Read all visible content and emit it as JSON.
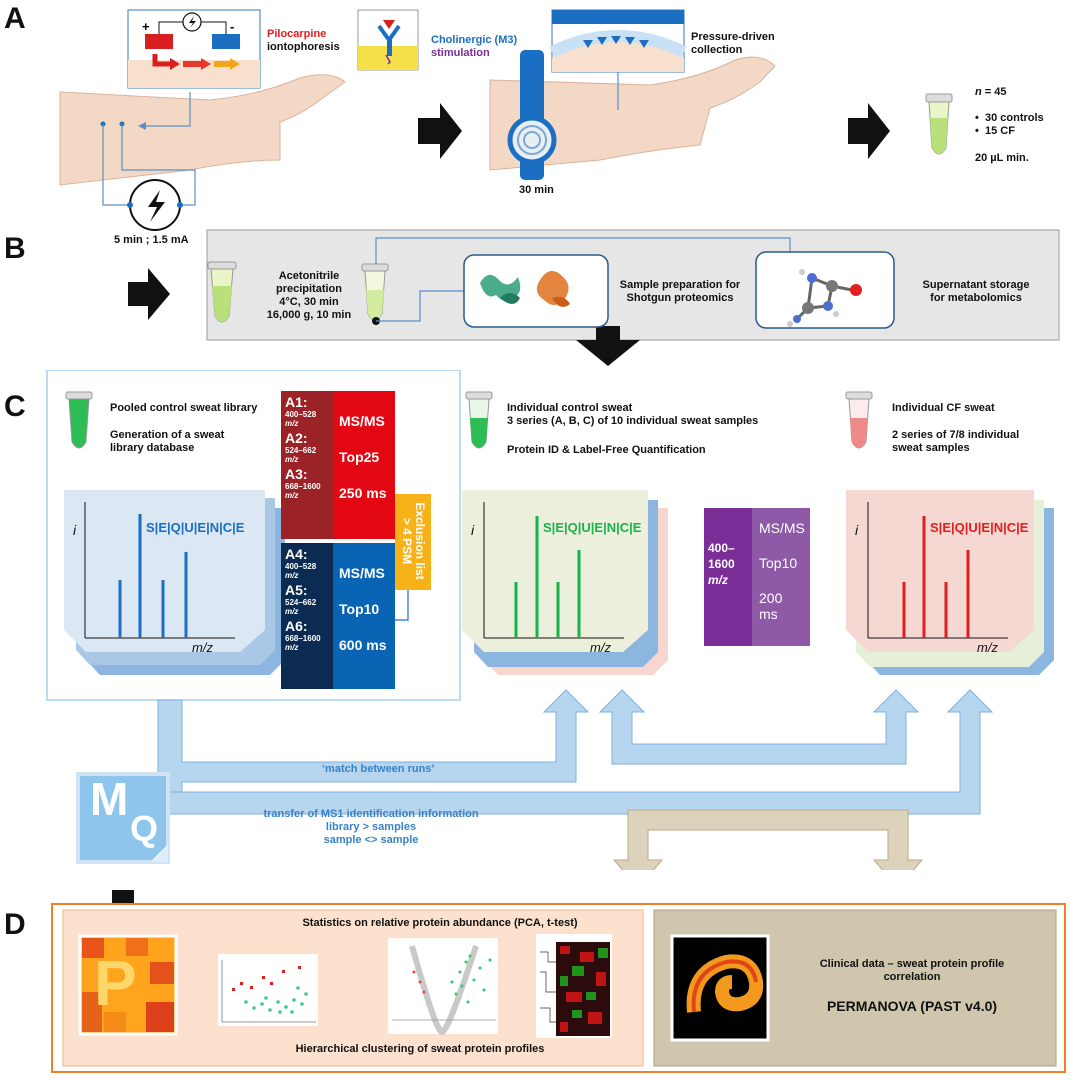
{
  "panels": {
    "a": "A",
    "b": "B",
    "c": "C",
    "d": "D"
  },
  "panel_a": {
    "pilocarpine": "Pilocarpine",
    "iontophoresis": "iontophoresis",
    "cholinergic": "Cholinergic (M3)",
    "stimulation": "stimulation",
    "pressure_driven": "Pressure-driven",
    "collection": "collection",
    "duration_current": "5 min ; 1.5 mA",
    "collection_time": "30 min",
    "n_label": "n",
    "n_value": " = 45",
    "controls": "30 controls",
    "cf": "15 CF",
    "min_volume": "20 µL min.",
    "plus": "+",
    "minus": "-"
  },
  "panel_b": {
    "precip_1": "Acetonitrile",
    "precip_2": "precipitation",
    "precip_3": "4°C, 30 min",
    "precip_4": "16,000 g, 10 min",
    "shotgun_1": "Sample preparation for",
    "shotgun_2": "Shotgun proteomics",
    "supernatant_1": "Supernatant storage",
    "supernatant_2": "for metabolomics"
  },
  "panel_c": {
    "library_title": "Pooled control sweat library",
    "library_sub_1": "Generation of a sweat",
    "library_sub_2": "library database",
    "control_title": "Individual control sweat",
    "control_sub": "3 series (A, B, C) of 10 individual sweat samples",
    "protein_id": "Protein ID & Label-Free Quantification",
    "cf_title": "Individual CF sweat",
    "cf_sub_1": "2 series of 7/8 individual",
    "cf_sub_2": "sweat samples",
    "sequence_letters": [
      "S",
      "E",
      "Q",
      "U",
      "E",
      "N",
      "C",
      "E"
    ],
    "axis_y": "i",
    "axis_x": "m/z",
    "a_windows": [
      {
        "id": "A1:",
        "range": "400–528",
        "unit": "m/z"
      },
      {
        "id": "A2:",
        "range": "524–662",
        "unit": "m/z"
      },
      {
        "id": "A3:",
        "range": "668–1600",
        "unit": "m/z"
      }
    ],
    "a_method": {
      "msms": "MS/MS",
      "top": "Top25",
      "time": "250 ms"
    },
    "b_windows": [
      {
        "id": "A4:",
        "range": "400–528",
        "unit": "m/z"
      },
      {
        "id": "A5:",
        "range": "524–662",
        "unit": "m/z"
      },
      {
        "id": "A6:",
        "range": "668–1600",
        "unit": "m/z"
      }
    ],
    "b_method": {
      "msms": "MS/MS",
      "top": "Top10",
      "time": "600 ms"
    },
    "exclusion": "Exclusion list",
    "exclusion_psm": "> 4 PSM",
    "ind_range": "400–1600",
    "ind_unit": "m/z",
    "ind_method": {
      "msms": "MS/MS",
      "top": "Top10",
      "time": "200 ms"
    },
    "mbr": "‘match between runs’",
    "transfer_1": "transfer of  MS1 identification information",
    "transfer_2": "library > samples",
    "transfer_3": "sample <> sample",
    "mq_m": "M",
    "mq_q": "Q"
  },
  "panel_d": {
    "stats_title": "Statistics on relative protein abundance (PCA, t-test)",
    "clustering": "Hierarchical clustering of sweat protein profiles",
    "p_logo": "P",
    "clinical_1": "Clinical data – sweat protein profile",
    "clinical_2": "correlation",
    "permanova": "PERMANOVA (PAST v4.0)"
  },
  "colors": {
    "library_blue": "#1a6fc2",
    "control_green": "#19b24b",
    "cf_red": "#e31d1d",
    "arrow_blue": "#a9cfee",
    "beige_arrow": "#d9cfb8",
    "orange_frame": "#f07f2a",
    "salmon_fill": "#fce1cf",
    "olive_fill": "#cfc6ad"
  }
}
